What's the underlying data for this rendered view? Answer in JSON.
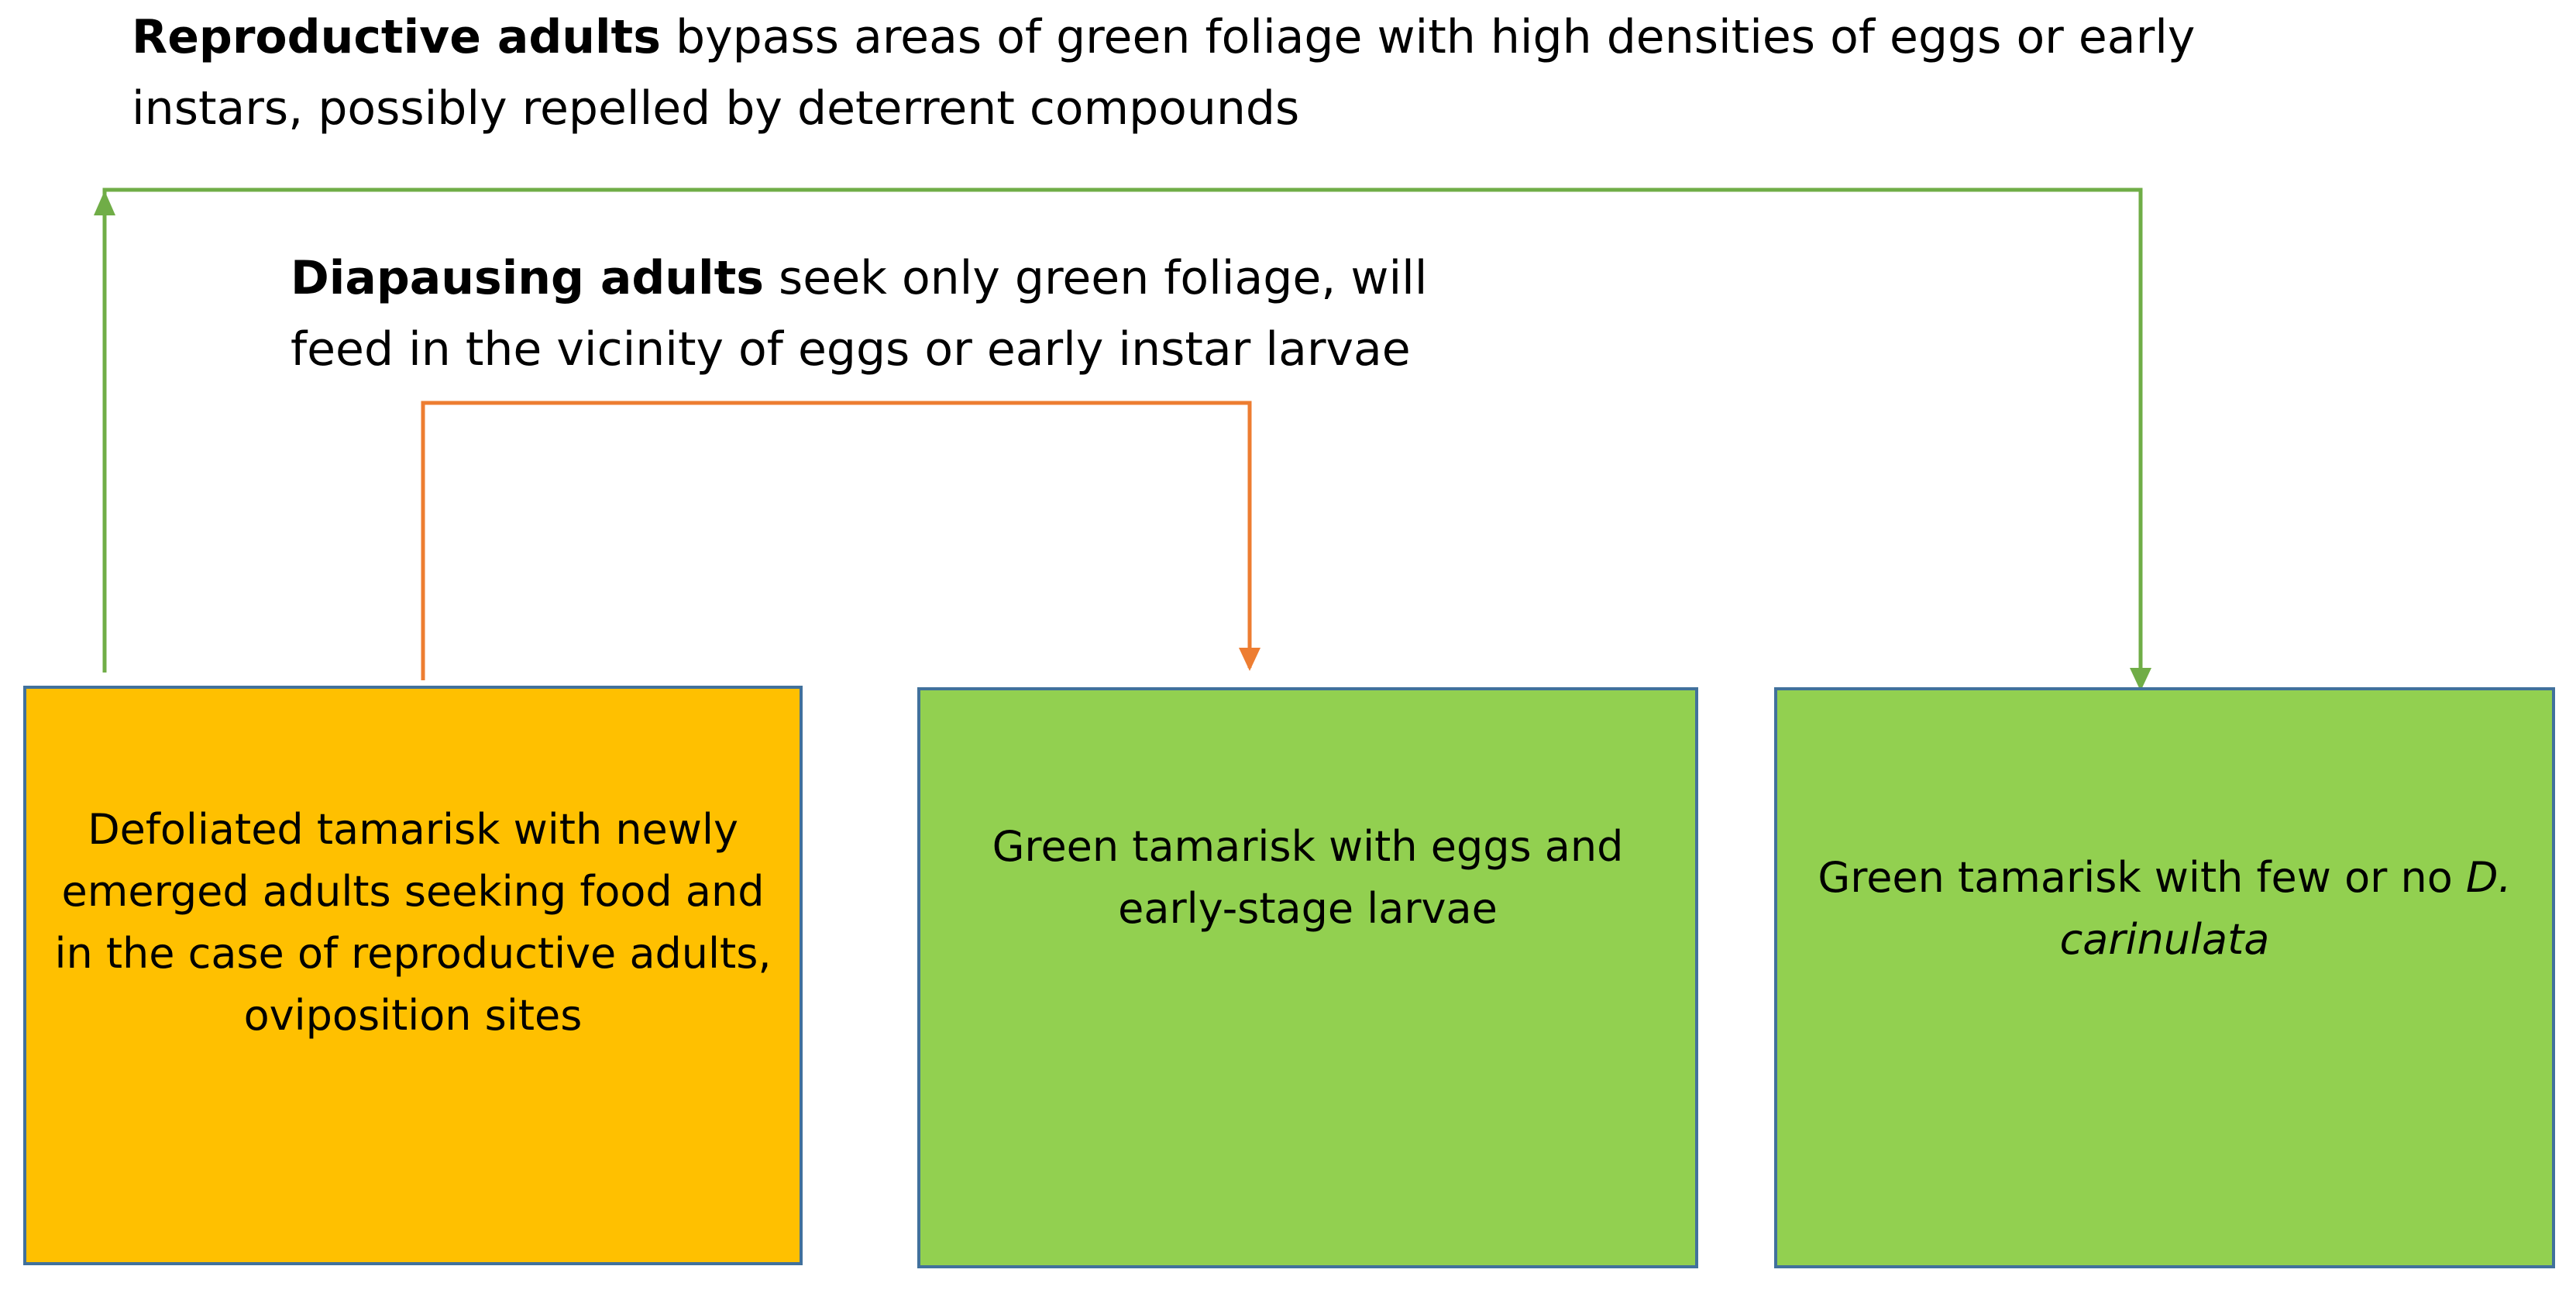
{
  "captions": {
    "reproductive": {
      "bold": "Reproductive adults",
      "rest": " bypass areas of green foliage with high densities of eggs or early instars, possibly repelled by deterrent compounds"
    },
    "diapausing": {
      "bold": "Diapausing adults",
      "rest": " seek only green foliage, will feed in the vicinity of eggs or early instar larvae"
    }
  },
  "boxes": {
    "defoliated": {
      "text": "Defoliated tamarisk with newly emerged adults seeking food and in the case of reproductive adults, oviposition sites",
      "fill": "#ffc000"
    },
    "eggs": {
      "text": "Green tamarisk with eggs and early-stage larvae",
      "fill": "#92d050"
    },
    "few": {
      "text_plain": "Green tamarisk with few or no ",
      "text_italic": "D. carinulata",
      "fill": "#92d050"
    }
  },
  "connectors": {
    "reproductive_color": "#70ad47",
    "diapausing_color": "#ed7d31"
  },
  "colors": {
    "box_border": "#41719c"
  }
}
